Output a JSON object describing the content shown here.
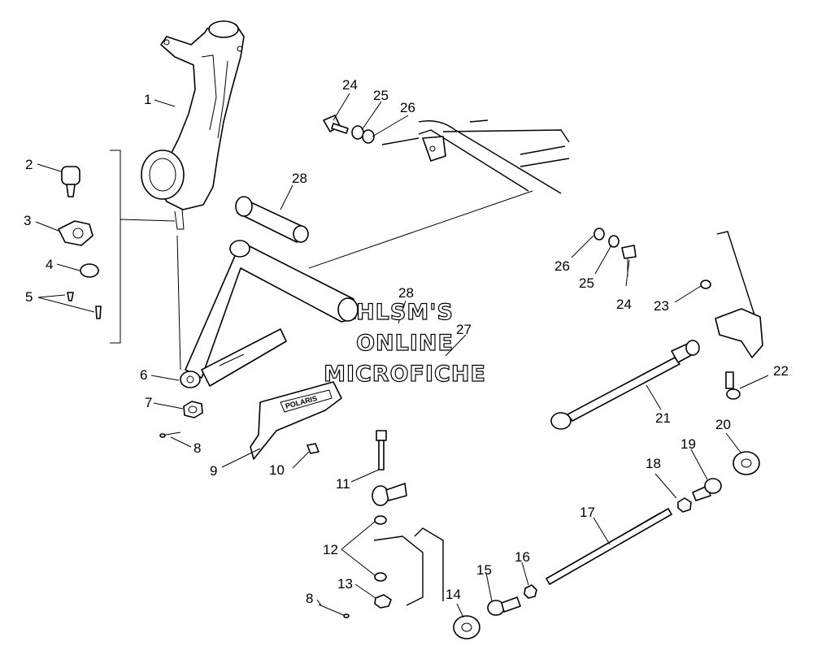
{
  "watermark": {
    "line1": "HLSM'S",
    "line2": "ONLINE",
    "line3": "MICROFICHE"
  },
  "decal_text": "POLARIS",
  "callouts": [
    {
      "id": "c1",
      "label": "1"
    },
    {
      "id": "c2",
      "label": "2"
    },
    {
      "id": "c3",
      "label": "3"
    },
    {
      "id": "c4",
      "label": "4"
    },
    {
      "id": "c5",
      "label": "5"
    },
    {
      "id": "c6",
      "label": "6"
    },
    {
      "id": "c7",
      "label": "7"
    },
    {
      "id": "c8a",
      "label": "8"
    },
    {
      "id": "c9",
      "label": "9"
    },
    {
      "id": "c10",
      "label": "10"
    },
    {
      "id": "c11",
      "label": "11"
    },
    {
      "id": "c12",
      "label": "12"
    },
    {
      "id": "c13",
      "label": "13"
    },
    {
      "id": "c8b",
      "label": "8"
    },
    {
      "id": "c14",
      "label": "14"
    },
    {
      "id": "c15",
      "label": "15"
    },
    {
      "id": "c16",
      "label": "16"
    },
    {
      "id": "c17",
      "label": "17"
    },
    {
      "id": "c18",
      "label": "18"
    },
    {
      "id": "c19",
      "label": "19"
    },
    {
      "id": "c20",
      "label": "20"
    },
    {
      "id": "c21",
      "label": "21"
    },
    {
      "id": "c22",
      "label": "22"
    },
    {
      "id": "c23",
      "label": "23"
    },
    {
      "id": "c24a",
      "label": "24"
    },
    {
      "id": "c25a",
      "label": "25"
    },
    {
      "id": "c26a",
      "label": "26"
    },
    {
      "id": "c24b",
      "label": "24"
    },
    {
      "id": "c25b",
      "label": "25"
    },
    {
      "id": "c26b",
      "label": "26"
    },
    {
      "id": "c27",
      "label": "27"
    },
    {
      "id": "c28a",
      "label": "28"
    },
    {
      "id": "c28b",
      "label": "28"
    }
  ]
}
